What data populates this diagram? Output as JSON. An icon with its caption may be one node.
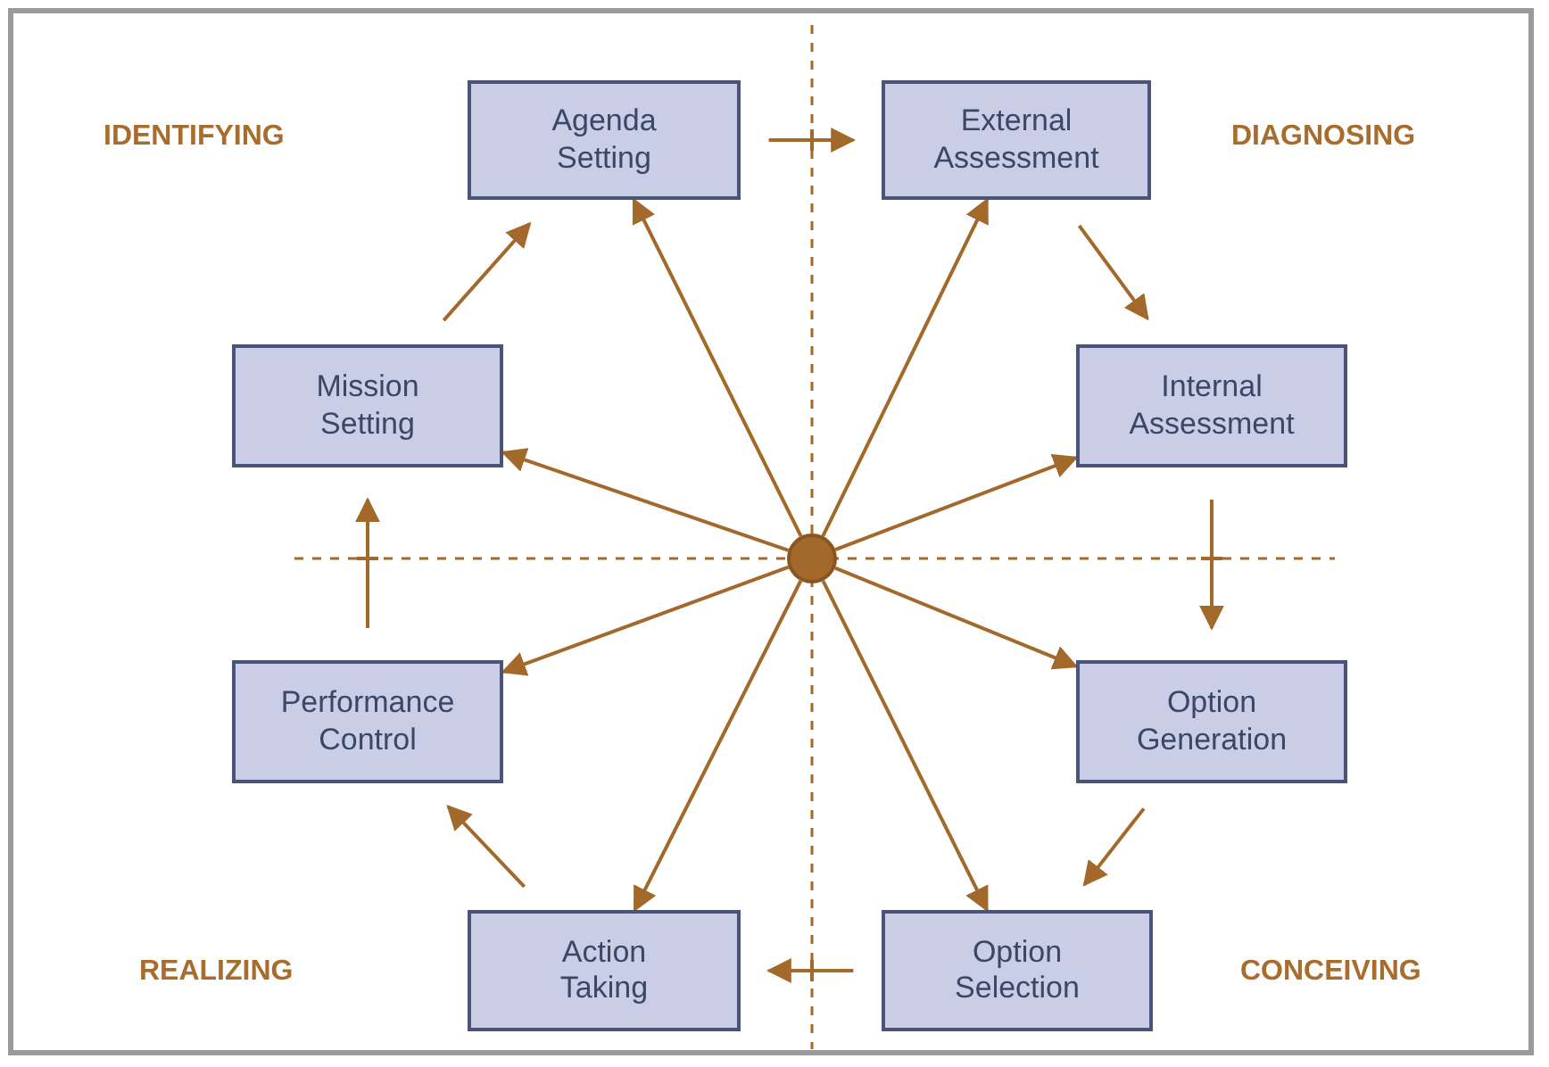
{
  "diagram": {
    "nodes": [
      {
        "text": [
          "Agenda Setting"
        ]
      },
      {
        "text": [
          "External Assessment"
        ]
      },
      {
        "text": [
          "Internal Assessment"
        ]
      },
      {
        "text": [
          "Option Generation"
        ]
      },
      {
        "text": [
          "Option Selection"
        ]
      },
      {
        "text": [
          "Action Taking"
        ]
      },
      {
        "text": [
          "Performance Control"
        ]
      },
      {
        "text": [
          "Mission Setting"
        ]
      },
      {
        "text": [],
        "shape": "circle"
      }
    ],
    "edges": [
      {
        "from": 0,
        "to": 1,
        "arrow": "to"
      },
      {
        "from": 1,
        "to": 2,
        "arrow": "to"
      },
      {
        "from": 2,
        "to": 3,
        "arrow": "to"
      },
      {
        "from": 3,
        "to": 4,
        "arrow": "to"
      },
      {
        "from": 4,
        "to": 5,
        "arrow": "to"
      },
      {
        "from": 5,
        "to": 6,
        "arrow": "to"
      },
      {
        "from": 6,
        "to": 7,
        "arrow": "to"
      },
      {
        "from": 7,
        "to": 0,
        "arrow": "to"
      },
      {
        "from": 8,
        "to": 0,
        "arrow": "to"
      },
      {
        "from": 8,
        "to": 1,
        "arrow": "to"
      },
      {
        "from": 8,
        "to": 2,
        "arrow": "to"
      },
      {
        "from": 8,
        "to": 3,
        "arrow": "to"
      },
      {
        "from": 8,
        "to": 4,
        "arrow": "to"
      },
      {
        "from": 8,
        "to": 5,
        "arrow": "to"
      },
      {
        "from": 8,
        "to": 6,
        "arrow": "to"
      },
      {
        "from": 8,
        "to": 7,
        "arrow": "to"
      }
    ],
    "labels": [
      "IDENTIFYING",
      "DIAGNOSING",
      "REALIZING",
      "CONCEIVING"
    ]
  }
}
